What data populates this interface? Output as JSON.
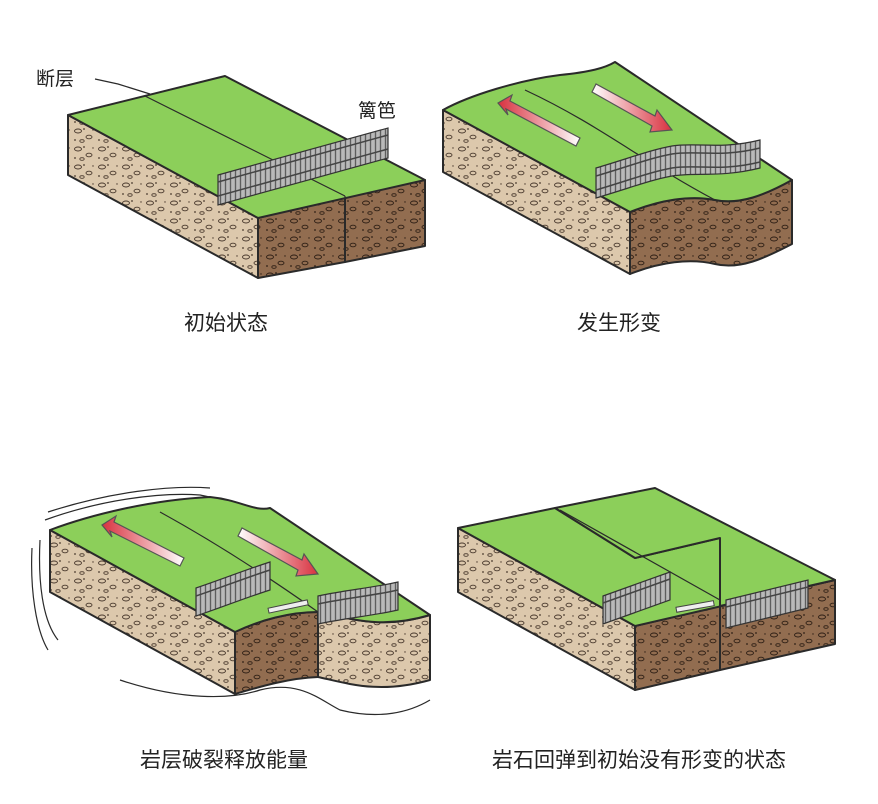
{
  "labels": {
    "fault": "断层",
    "fence": "篱笆"
  },
  "captions": {
    "panel1": "初始状态",
    "panel2": "发生形变",
    "panel3": "岩层破裂释放能量",
    "panel4": "岩石回弹到初始没有形变的状态"
  },
  "colors": {
    "grass": "#8ccf5a",
    "soil_light": "#d9c4a8",
    "soil_dark": "#8f6a4e",
    "fence": "#9a9a9a",
    "arrow": "#d8313f"
  }
}
